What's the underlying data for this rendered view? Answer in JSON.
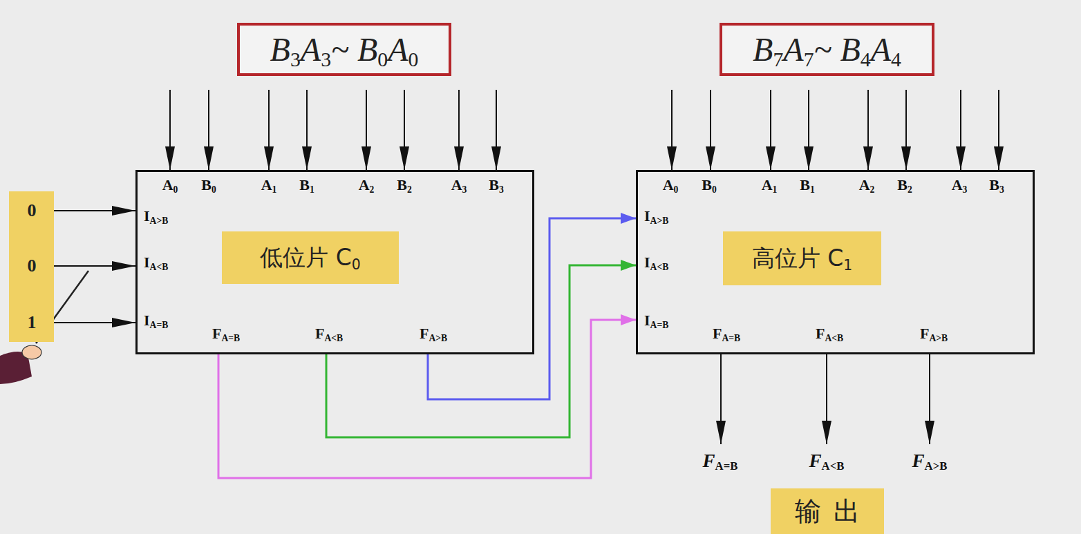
{
  "diagram": {
    "nodes": [
      {
        "text": [
          "B3A3~ B0A0"
        ]
      },
      {
        "text": [
          "B7A7~ B4A4"
        ]
      },
      {
        "text": [
          "0",
          "0",
          "1"
        ]
      },
      {
        "text": [
          "A0",
          "B0",
          "A1",
          "B1",
          "A2",
          "B2",
          "A3",
          "B3",
          "IA>B",
          "IA<B",
          "IA=B",
          "FA=B",
          "FA<B",
          "FA>B"
        ]
      },
      {
        "text": [
          "低位片 C0"
        ],
        "in": 3
      },
      {
        "text": [
          "A0",
          "B0",
          "A1",
          "B1",
          "A2",
          "B2",
          "A3",
          "B3",
          "IA>B",
          "IA<B",
          "IA=B",
          "FA=B",
          "FA<B",
          "FA>B"
        ]
      },
      {
        "text": [
          "高位片 C1"
        ],
        "in": 5
      },
      {
        "text": [
          "输出"
        ]
      }
    ],
    "edges": [
      {
        "from": 2,
        "to": 3,
        "arrow": "to"
      },
      {
        "from": 2,
        "to": 3,
        "arrow": "to"
      },
      {
        "from": 2,
        "to": 3,
        "arrow": "to"
      },
      {
        "from": 3,
        "to": 5,
        "arrow": "to"
      },
      {
        "from": 3,
        "to": 5,
        "arrow": "to"
      },
      {
        "from": 3,
        "to": 5,
        "arrow": "to"
      }
    ],
    "labels": [
      "FA=B",
      "FA<B",
      "FA>B"
    ]
  }
}
